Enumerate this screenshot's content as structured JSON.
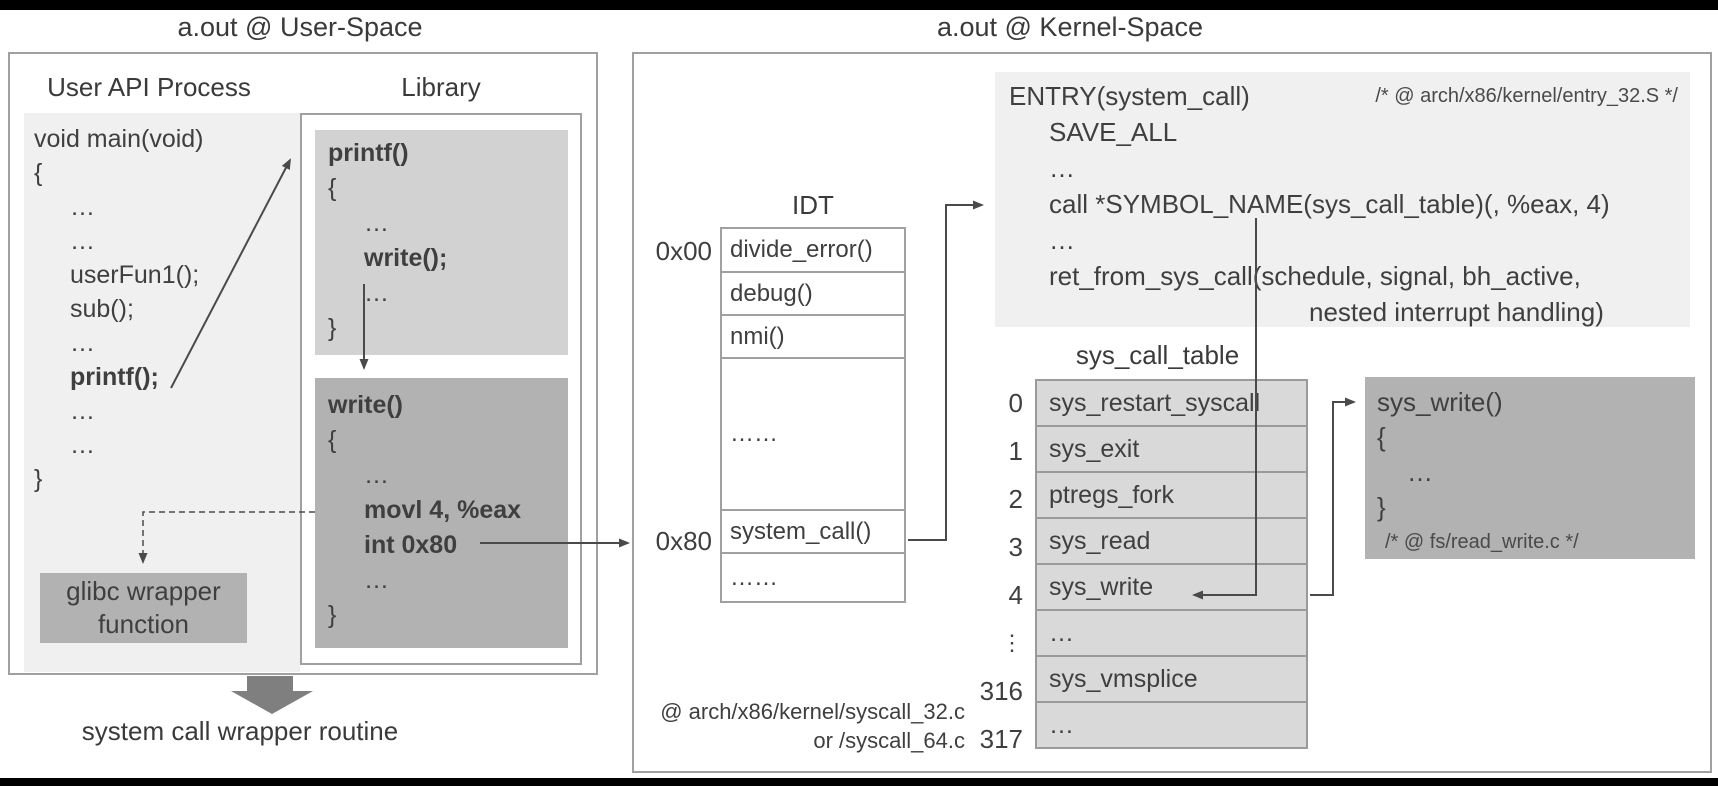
{
  "titles": {
    "user_space": "a.out @ User-Space",
    "kernel_space": "a.out @ Kernel-Space"
  },
  "user_box": {
    "process_label": "User API Process",
    "library_label": "Library",
    "main_code": {
      "lines": [
        "void main(void)",
        "{",
        "…",
        "…",
        "userFun1();",
        "sub();",
        "…",
        "printf();",
        "…",
        "…",
        "}"
      ]
    },
    "printf_block": {
      "lines": [
        "printf()",
        "{",
        "…",
        "write();",
        "…",
        "}"
      ]
    },
    "write_block": {
      "lines": [
        "write()",
        "{",
        "…",
        "movl 4, %eax",
        "int 0x80",
        "…",
        "}"
      ]
    },
    "glibc_box": {
      "line1": "glibc wrapper",
      "line2": "function"
    },
    "caption": "system call wrapper routine"
  },
  "idt": {
    "title": "IDT",
    "label_0x00": "0x00",
    "label_0x80": "0x80",
    "rows": [
      {
        "text": "divide_error()"
      },
      {
        "text": "debug()"
      },
      {
        "text": "nmi()"
      },
      {
        "text": "……"
      },
      {
        "text": "system_call()"
      },
      {
        "text": "……"
      }
    ]
  },
  "entry_block": {
    "lines": [
      "ENTRY(system_call)",
      "SAVE_ALL",
      "…",
      "call *SYMBOL_NAME(sys_call_table)(, %eax, 4)",
      "…",
      "ret_from_sys_call(schedule, signal, bh_active,",
      "nested interrupt handling)"
    ],
    "comment": "/* @ arch/x86/kernel/entry_32.S */"
  },
  "sys_call_table": {
    "title": "sys_call_table",
    "rows": [
      {
        "index": "0",
        "name": "sys_restart_syscall"
      },
      {
        "index": "1",
        "name": "sys_exit"
      },
      {
        "index": "2",
        "name": "ptregs_fork"
      },
      {
        "index": "3",
        "name": "sys_read"
      },
      {
        "index": "4",
        "name": "sys_write"
      },
      {
        "index": "⋮",
        "name": "…"
      },
      {
        "index": "316",
        "name": "sys_vmsplice"
      },
      {
        "index": "317",
        "name": "…"
      }
    ]
  },
  "sys_write_block": {
    "lines": [
      "sys_write()",
      "{",
      "…",
      "}"
    ],
    "comment": "/* @ fs/read_write.c */"
  },
  "file_paths": {
    "line1": "@ arch/x86/kernel/syscall_32.c",
    "line2": "or /syscall_64.c"
  },
  "colors": {
    "light_block": "#f0f0f0",
    "mid_block": "#d2d2d2",
    "dark_block": "#b2b2b2",
    "table_cell": "#d9d9d9",
    "border": "#a0a0a0",
    "arrow": "#4a4a4a",
    "big_arrow": "#7f7f7f",
    "text": "#3f3f3f",
    "bar": "#000000"
  }
}
